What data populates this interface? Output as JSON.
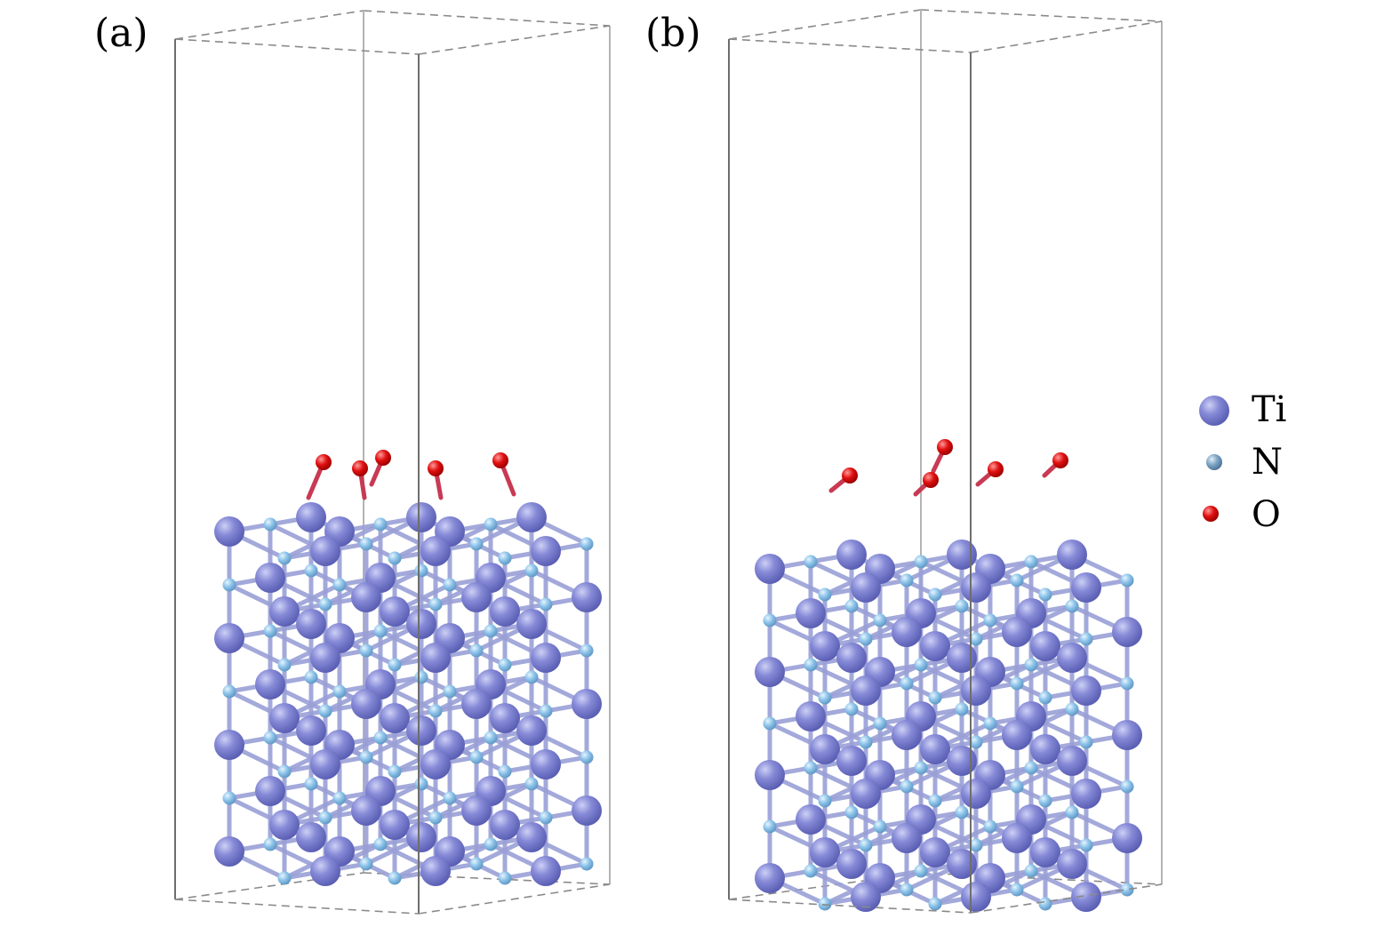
{
  "figure": {
    "panel_a_label": "(a)",
    "panel_b_label": "(b)"
  },
  "legend": {
    "items": [
      {
        "label": "Ti",
        "color": "#7b7fd0",
        "icon": "ti-atom-icon"
      },
      {
        "label": "N",
        "color": "#6f9ec5",
        "icon": "n-atom-icon"
      },
      {
        "label": "O",
        "color": "#e01010",
        "icon": "o-atom-icon"
      }
    ]
  },
  "colors": {
    "ti": "#7b7fd0",
    "ti_highlight": "#c9cbf2",
    "ti_shadow": "#5a5eb3",
    "n": "#8ec4ea",
    "n_highlight": "#dff1fc",
    "n_shadow": "#5f97c4",
    "o": "#e01010",
    "o_highlight": "#ff8a8a",
    "o_shadow": "#a00000"
  },
  "structure": {
    "ti_layers": 7,
    "n_layers": 7,
    "panel_a_oxygen_atoms": 5,
    "panel_b_oxygen_atoms": 5
  }
}
